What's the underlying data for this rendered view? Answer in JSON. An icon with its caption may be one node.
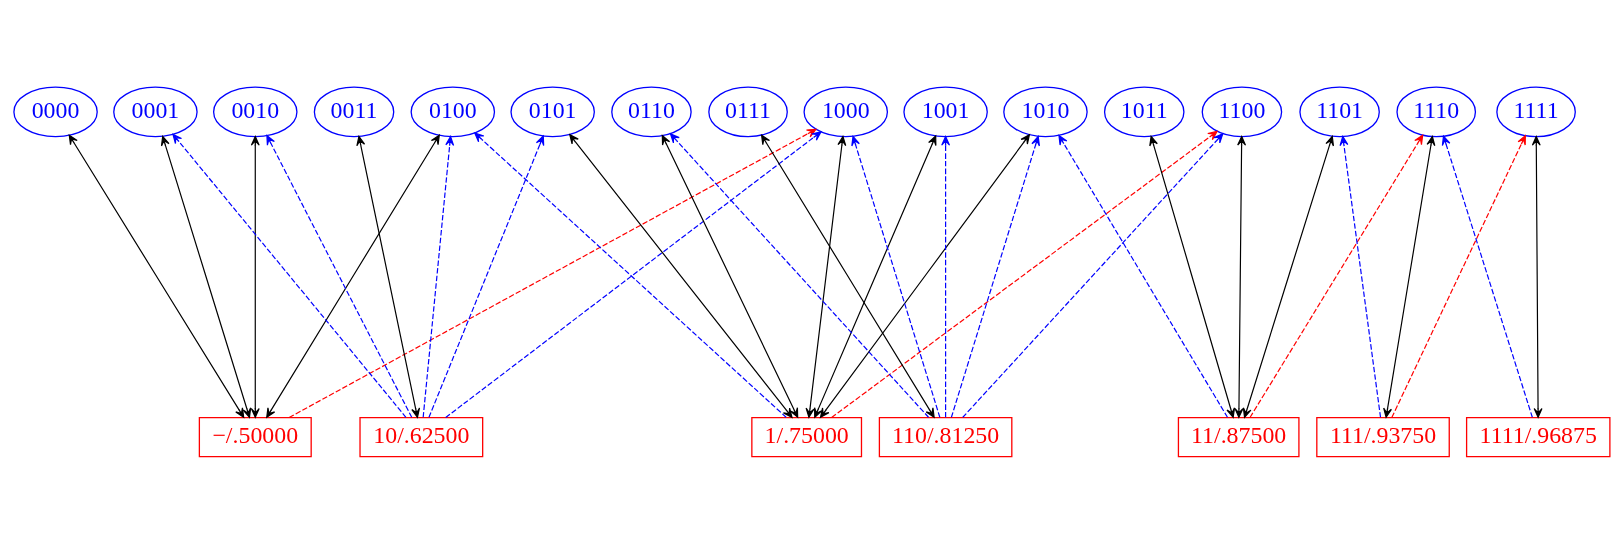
{
  "diagram": {
    "nodes": [
      {
        "text": [
          "0000"
        ]
      },
      {
        "text": [
          "0001"
        ]
      },
      {
        "text": [
          "0010"
        ]
      },
      {
        "text": [
          "0011"
        ]
      },
      {
        "text": [
          "0100"
        ]
      },
      {
        "text": [
          "0101"
        ]
      },
      {
        "text": [
          "0110"
        ]
      },
      {
        "text": [
          "0111"
        ]
      },
      {
        "text": [
          "1000"
        ]
      },
      {
        "text": [
          "1001"
        ]
      },
      {
        "text": [
          "1010"
        ]
      },
      {
        "text": [
          "1011"
        ]
      },
      {
        "text": [
          "1100"
        ]
      },
      {
        "text": [
          "1101"
        ]
      },
      {
        "text": [
          "1110"
        ]
      },
      {
        "text": [
          "1111"
        ]
      },
      {
        "text": [
          "−/.50000"
        ]
      },
      {
        "text": [
          "10/.62500"
        ]
      },
      {
        "text": [
          "1/.75000"
        ]
      },
      {
        "text": [
          "110/.81250"
        ]
      },
      {
        "text": [
          "11/.87500"
        ]
      },
      {
        "text": [
          "111/.93750"
        ]
      },
      {
        "text": [
          "1111/.96875"
        ]
      }
    ],
    "edges": [
      {
        "from": 16,
        "to": 0,
        "arrow": "both"
      },
      {
        "from": 16,
        "to": 1,
        "arrow": "both"
      },
      {
        "from": 16,
        "to": 2,
        "arrow": "both"
      },
      {
        "from": 16,
        "to": 4,
        "arrow": "both"
      },
      {
        "from": 16,
        "to": 8,
        "arrow": "to",
        "style": "dashed",
        "color": "#ff0000"
      },
      {
        "from": 17,
        "to": 1,
        "arrow": "to",
        "style": "dashed",
        "color": "#0000ff"
      },
      {
        "from": 17,
        "to": 2,
        "arrow": "to",
        "style": "dashed",
        "color": "#0000ff"
      },
      {
        "from": 17,
        "to": 3,
        "arrow": "both"
      },
      {
        "from": 17,
        "to": 4,
        "arrow": "to",
        "style": "dashed",
        "color": "#0000ff"
      },
      {
        "from": 17,
        "to": 5,
        "arrow": "to",
        "style": "dashed",
        "color": "#0000ff"
      },
      {
        "from": 17,
        "to": 8,
        "arrow": "to",
        "style": "dashed",
        "color": "#0000ff"
      },
      {
        "from": 18,
        "to": 4,
        "arrow": "to",
        "style": "dashed",
        "color": "#0000ff"
      },
      {
        "from": 18,
        "to": 5,
        "arrow": "both"
      },
      {
        "from": 18,
        "to": 6,
        "arrow": "both"
      },
      {
        "from": 18,
        "to": 8,
        "arrow": "both"
      },
      {
        "from": 18,
        "to": 9,
        "arrow": "both"
      },
      {
        "from": 18,
        "to": 10,
        "arrow": "both"
      },
      {
        "from": 18,
        "to": 12,
        "arrow": "to",
        "style": "dashed",
        "color": "#ff0000"
      },
      {
        "from": 19,
        "to": 6,
        "arrow": "to",
        "style": "dashed",
        "color": "#0000ff"
      },
      {
        "from": 19,
        "to": 7,
        "arrow": "both"
      },
      {
        "from": 19,
        "to": 8,
        "arrow": "to",
        "style": "dashed",
        "color": "#0000ff"
      },
      {
        "from": 19,
        "to": 9,
        "arrow": "to",
        "style": "dashed",
        "color": "#0000ff"
      },
      {
        "from": 19,
        "to": 10,
        "arrow": "to",
        "style": "dashed",
        "color": "#0000ff"
      },
      {
        "from": 19,
        "to": 12,
        "arrow": "to",
        "style": "dashed",
        "color": "#0000ff"
      },
      {
        "from": 20,
        "to": 10,
        "arrow": "to",
        "style": "dashed",
        "color": "#0000ff"
      },
      {
        "from": 20,
        "to": 11,
        "arrow": "both"
      },
      {
        "from": 20,
        "to": 12,
        "arrow": "both"
      },
      {
        "from": 20,
        "to": 13,
        "arrow": "both"
      },
      {
        "from": 20,
        "to": 14,
        "arrow": "to",
        "style": "dashed",
        "color": "#ff0000"
      },
      {
        "from": 21,
        "to": 13,
        "arrow": "to",
        "style": "dashed",
        "color": "#0000ff"
      },
      {
        "from": 21,
        "to": 14,
        "arrow": "both"
      },
      {
        "from": 21,
        "to": 15,
        "arrow": "to",
        "style": "dashed",
        "color": "#ff0000"
      },
      {
        "from": 22,
        "to": 14,
        "arrow": "to",
        "style": "dashed",
        "color": "#0000ff"
      },
      {
        "from": 22,
        "to": 15,
        "arrow": "both"
      }
    ]
  }
}
